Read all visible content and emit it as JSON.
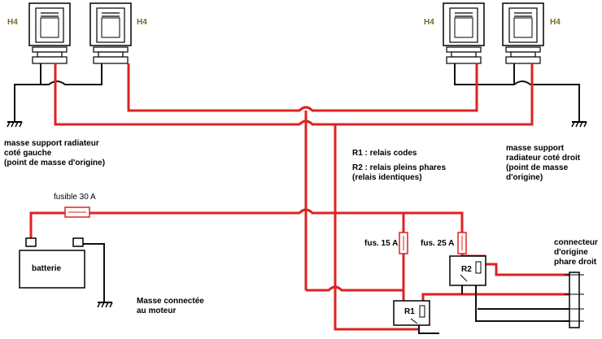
{
  "colors": {
    "wire_red": "#dd2222",
    "wire_black": "#111111",
    "outline": "#000000",
    "label_h4": "#7a6a2a"
  },
  "labels": {
    "h4_1": "H4",
    "h4_2": "H4",
    "h4_3": "H4",
    "h4_4": "H4",
    "ground_left": "masse support radiateur\ncoté gauche\n(point de masse d'origine)",
    "ground_right": "masse support\nradiateur coté droit\n(point de masse\nd'origine)",
    "relay_legend_r1": "R1 : relais codes",
    "relay_legend_r2": "R2 : relais pleins phares\n(relais identiques)",
    "fuse_main": "fusible 30 A",
    "battery": "batterie",
    "ground_engine": "Masse connectée\nau moteur",
    "fuse_15": "fus. 15 A",
    "fuse_25": "fus. 25 A",
    "relay_r1": "R1",
    "relay_r2": "R2",
    "connector": "connecteur\nd'origine\nphare droit"
  },
  "icons": [
    "headlight-bulb-icon",
    "ground-symbol-icon",
    "battery-icon",
    "fuse-icon",
    "relay-icon",
    "connector-icon"
  ]
}
